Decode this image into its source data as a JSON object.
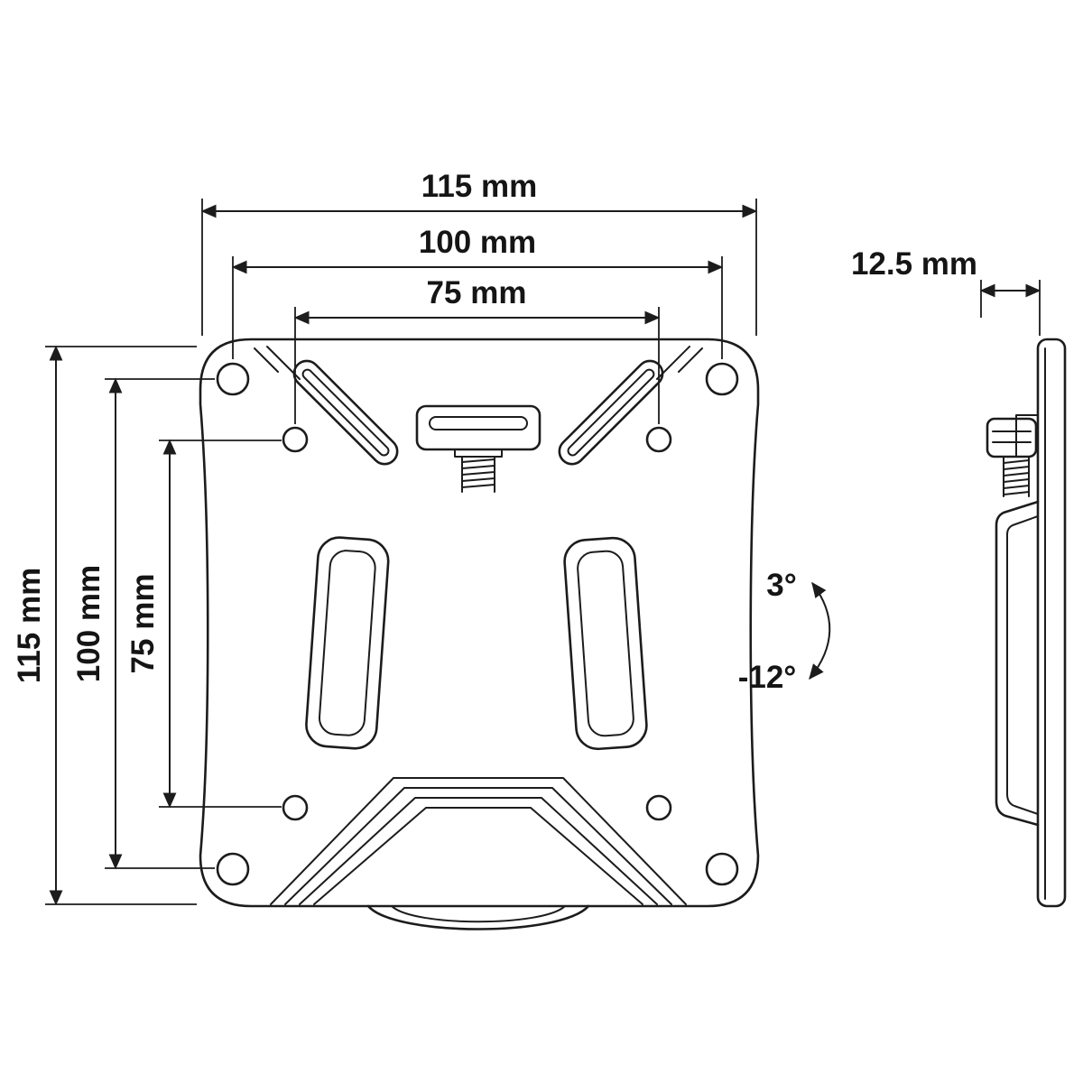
{
  "front_view": {
    "width_total": "115 mm",
    "width_holes": "100 mm",
    "width_inner": "75 mm",
    "height_total": "115 mm",
    "height_holes": "100 mm",
    "height_inner": "75 mm"
  },
  "side_view": {
    "depth": "12.5 mm",
    "tilt_up": "3°",
    "tilt_down": "-12°"
  }
}
